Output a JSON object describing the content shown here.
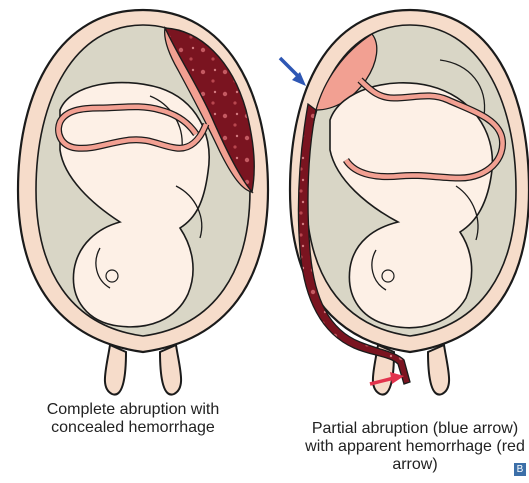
{
  "figure": {
    "left_caption_line1": "Complete abruption with",
    "left_caption_line2": "concealed hemorrhage",
    "right_caption_line1": "Partial abruption (blue arrow)",
    "right_caption_line2": "with apparent hemorrhage (red",
    "right_caption_line3": "arrow)",
    "badge_label": "B",
    "colors": {
      "uterine_wall": "#f6dcca",
      "uterine_cavity": "#d9d6c6",
      "fetus_skin": "#fdf0e6",
      "placenta": "#f2a092",
      "blood": "#7a1420",
      "blue_arrow": "#2e57b4",
      "red_arrow": "#e2334d"
    },
    "icons": [
      "uterus-left-illustration",
      "uterus-right-illustration",
      "blue-arrow-icon",
      "red-arrow-icon"
    ]
  }
}
